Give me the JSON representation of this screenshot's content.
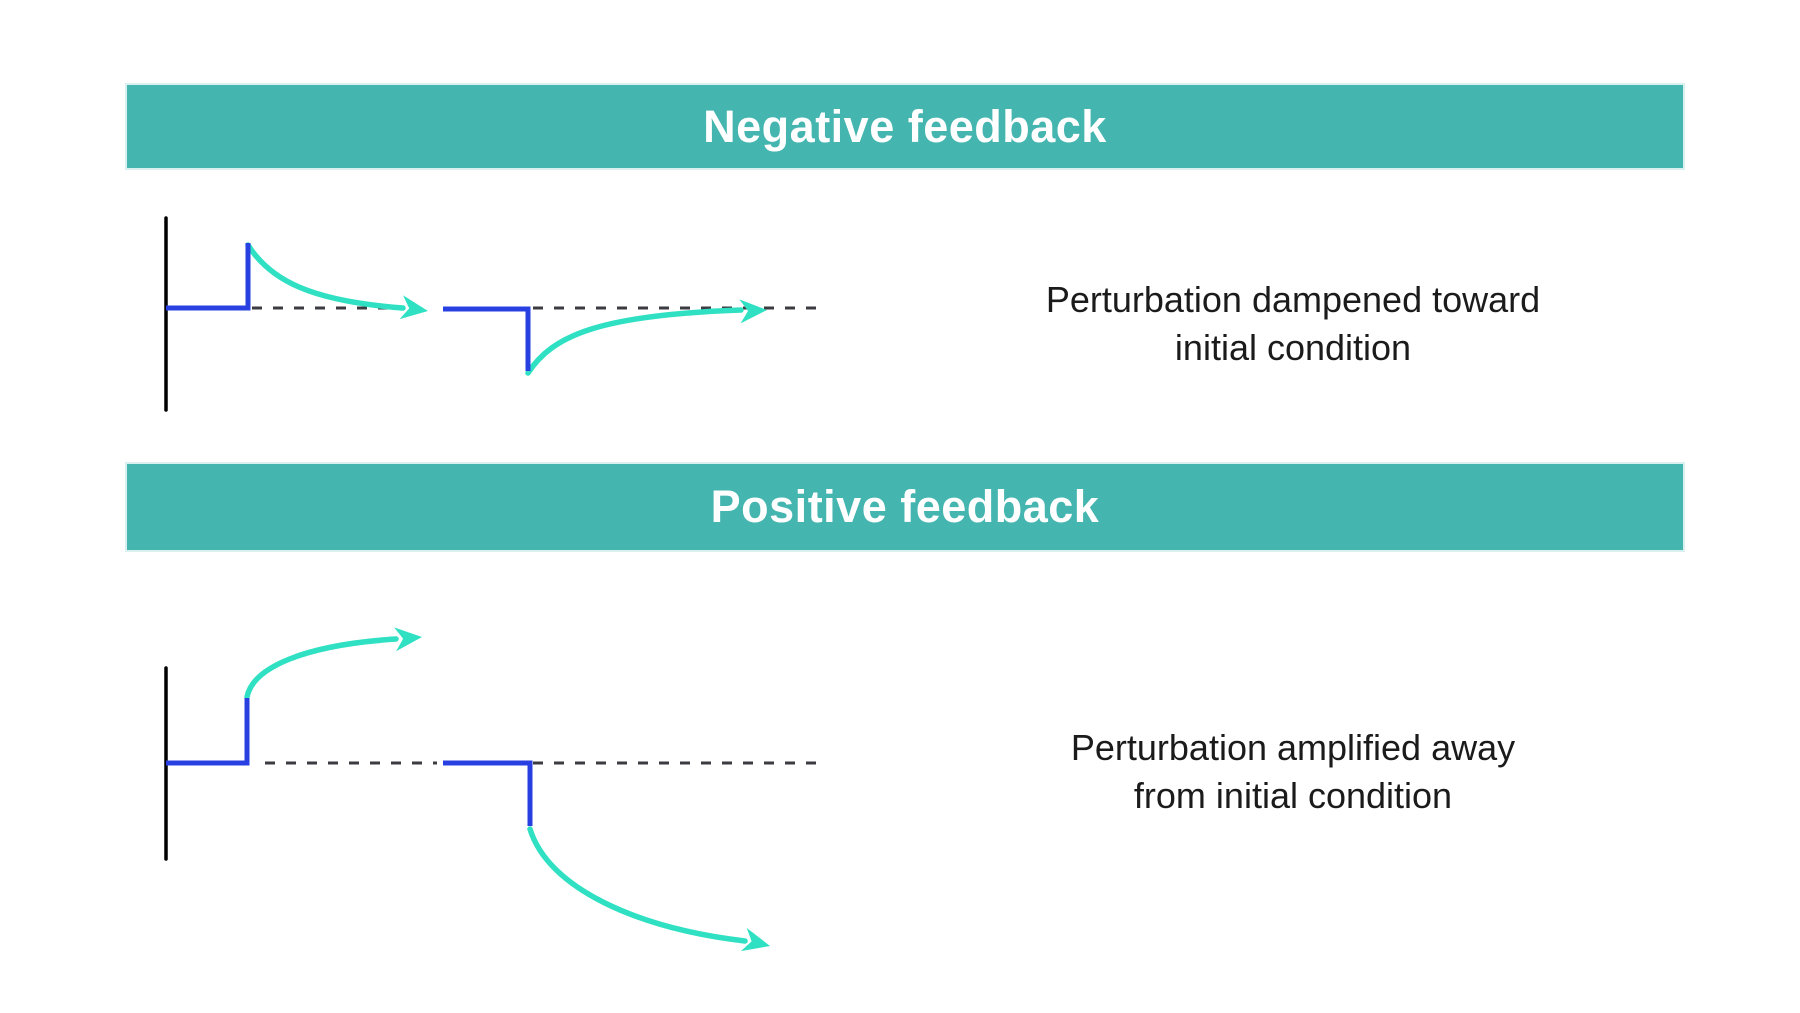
{
  "page": {
    "background": "#ffffff"
  },
  "colors": {
    "banner_fill": "#45b5b0",
    "banner_border": "#d9f0ee",
    "banner_text": "#ffffff",
    "caption_text": "#1b1b1b",
    "axis": "#000000",
    "baseline_dash": "#3b3b42",
    "step_line": "#2840e2",
    "arrow_curve": "#2fe0c3"
  },
  "sections": [
    {
      "id": "negative-feedback",
      "header_label": "Negative feedback",
      "caption_line1": "Perturbation dampened toward",
      "caption_line2": "initial condition"
    },
    {
      "id": "positive-feedback",
      "header_label": "Positive feedback",
      "caption_line1": "Perturbation amplified away",
      "caption_line2": "from initial condition"
    }
  ]
}
